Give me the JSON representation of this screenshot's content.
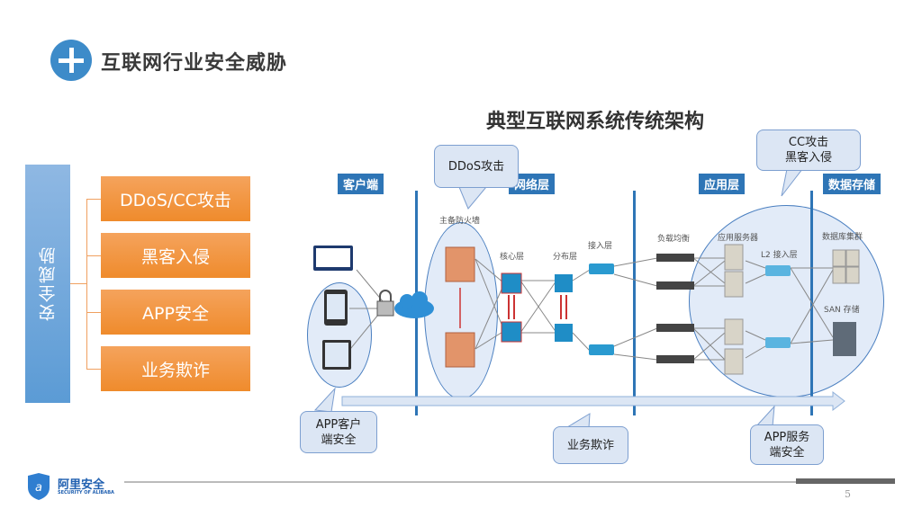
{
  "header": {
    "title": "互联网行业安全威胁",
    "icon": "plus-icon"
  },
  "diagram_title": "典型互联网系统传统架构",
  "threats": {
    "category": "安全威胁",
    "items": [
      {
        "label": "DDoS/CC攻击"
      },
      {
        "label": "黑客入侵"
      },
      {
        "label": "APP安全"
      },
      {
        "label": "业务欺诈"
      }
    ]
  },
  "layers": [
    {
      "label": "客户端"
    },
    {
      "label": "网络层"
    },
    {
      "label": "应用层"
    },
    {
      "label": "数据存储"
    }
  ],
  "node_labels": {
    "firewall": "主备防火墙",
    "core": "核心层",
    "distribution": "分布层",
    "access": "接入层",
    "load_balancer": "负载均衡",
    "app_server": "应用服务器",
    "l2_access": "L2 接入层",
    "db_cluster": "数据库集群",
    "san": "SAN 存储"
  },
  "callouts": {
    "ddos": "DDoS攻击",
    "cc_line1": "CC攻击",
    "cc_line2": "黑客入侵",
    "app_client_line1": "APP客户",
    "app_client_line2": "端安全",
    "fraud": "业务欺诈",
    "app_server_line1": "APP服务",
    "app_server_line2": "端安全"
  },
  "footer": {
    "logo_text": "阿里安全",
    "logo_sub": "SECURITY OF ALIBABA",
    "page_number": "5"
  },
  "colors": {
    "accent_blue": "#2e75b6",
    "threat_orange": "#ef8b2c",
    "bar_blue": "#5b9bd5"
  }
}
